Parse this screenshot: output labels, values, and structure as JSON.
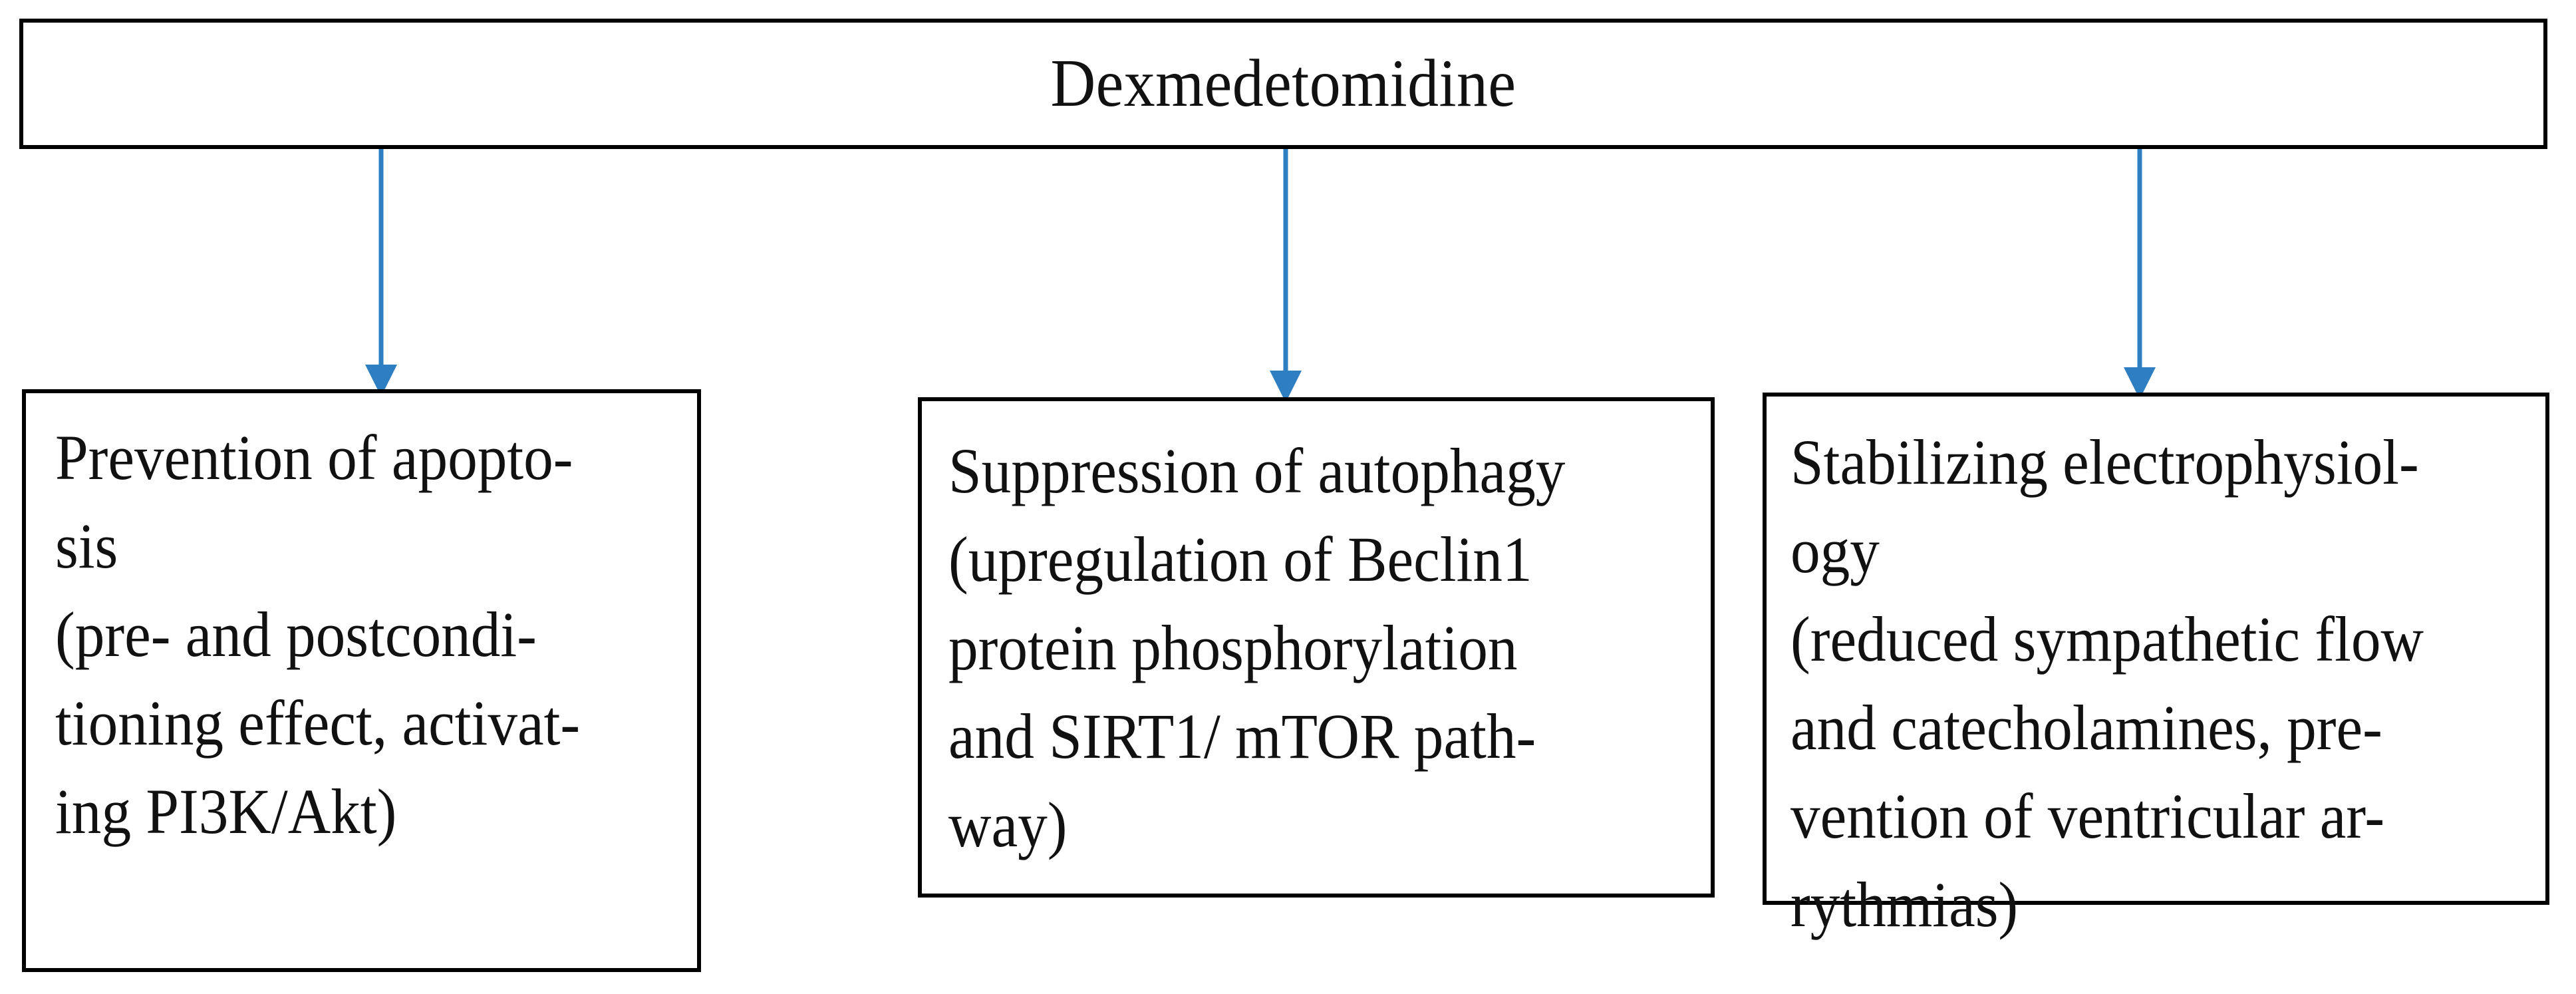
{
  "diagram": {
    "title": "Dexmedetomidine",
    "accent_color": "#2E7EC2",
    "border_color": "#000000",
    "text_color": "#111111",
    "background_color": "#FFFFFF",
    "root": {
      "label": "Dexmedetomidine"
    },
    "nodes": [
      {
        "id": "prevention-of-apoptosis",
        "text": "Prevention of apopto-\nsis\n(pre- and postcondi-\ntioning effect, activat-\ning PI3K/Akt)"
      },
      {
        "id": "suppression-of-autophagy",
        "text": "Suppression of autophagy\n(upregulation of Beclin1\nprotein phosphorylation\nand SIRT1/ mTOR path-\nway)"
      },
      {
        "id": "stabilizing-electrophysiology",
        "text": "Stabilizing electrophysiol-\nogy\n(reduced sympathetic flow\nand catecholamines, pre-\nvention of ventricular ar-\nrythmias)"
      }
    ],
    "connectors": [
      {
        "id": "connector-1",
        "from": "Dexmedetomidine",
        "to": "prevention-of-apoptosis",
        "style": "down-arrow"
      },
      {
        "id": "connector-2",
        "from": "Dexmedetomidine",
        "to": "suppression-of-autophagy",
        "style": "down-arrow"
      },
      {
        "id": "connector-3",
        "from": "Dexmedetomidine",
        "to": "stabilizing-electrophysiology",
        "style": "down-arrow"
      }
    ]
  }
}
